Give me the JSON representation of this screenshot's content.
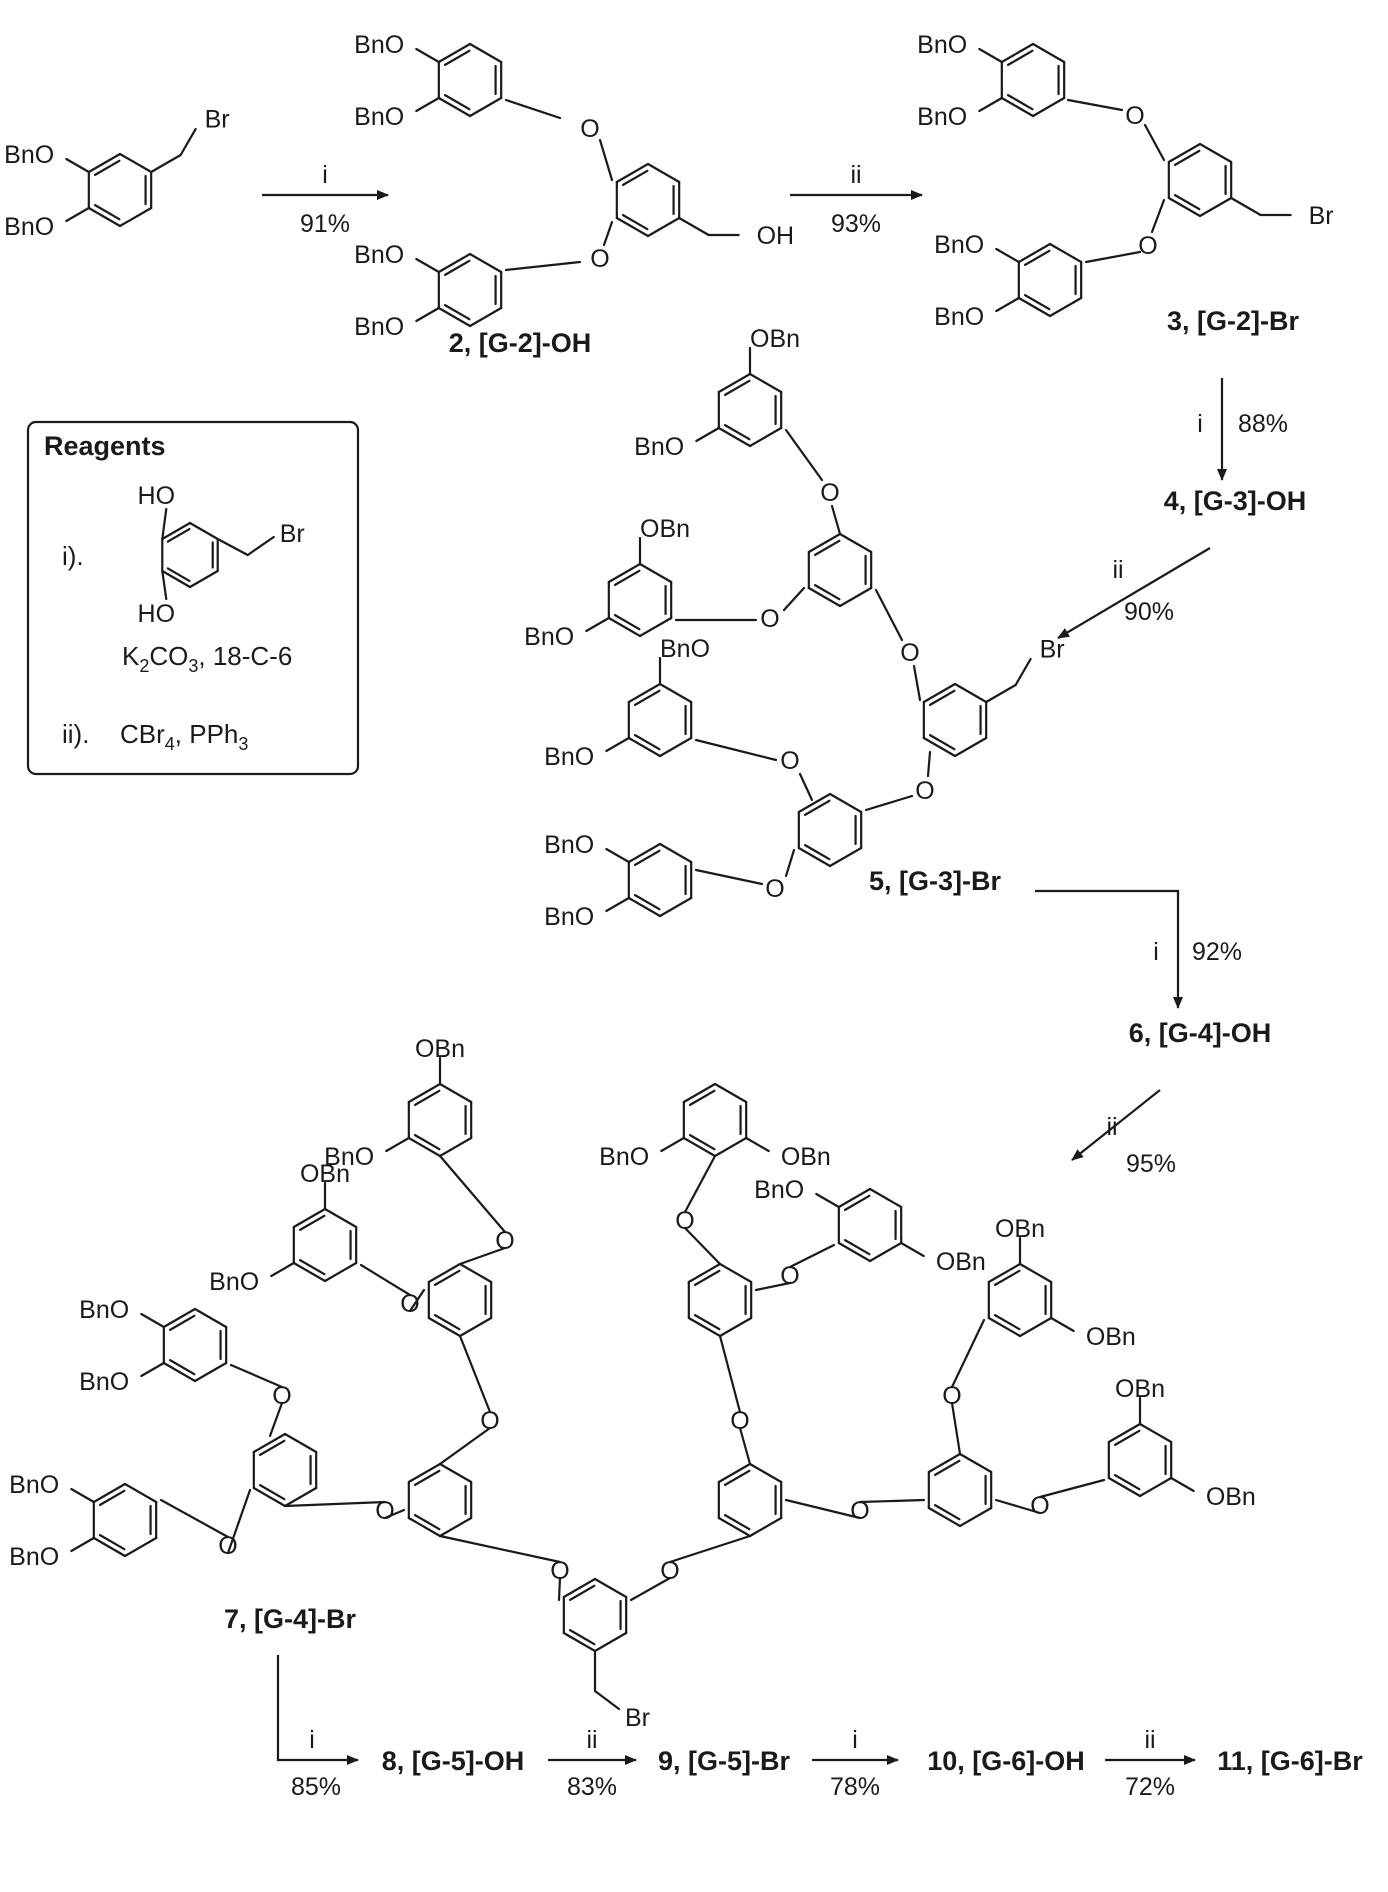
{
  "start_material": {
    "groups": [
      "BnO",
      "BnO",
      "Br"
    ]
  },
  "steps": [
    {
      "reagent": "i",
      "yield": "91%"
    },
    {
      "reagent": "ii",
      "yield": "93%"
    },
    {
      "reagent": "i",
      "yield": "88%"
    },
    {
      "reagent": "ii",
      "yield": "90%"
    },
    {
      "reagent": "i",
      "yield": "92%"
    },
    {
      "reagent": "ii",
      "yield": "95%"
    },
    {
      "reagent": "i",
      "yield": "85%"
    },
    {
      "reagent": "ii",
      "yield": "83%"
    },
    {
      "reagent": "i",
      "yield": "78%"
    },
    {
      "reagent": "ii",
      "yield": "72%"
    }
  ],
  "compounds": {
    "c2": "2, [G-2]-OH",
    "c3": "3, [G-2]-Br",
    "c4": "4, [G-3]-OH",
    "c5": "5, [G-3]-Br",
    "c6": "6, [G-4]-OH",
    "c7": "7, [G-4]-Br",
    "c8": "8, [G-5]-OH",
    "c9": "9, [G-5]-Br",
    "c10": "10, [G-6]-OH",
    "c11": "11, [G-6]-Br"
  },
  "labels": {
    "bno": "BnO",
    "obn": "OBn",
    "o": "O",
    "oh": "OH",
    "br": "Br"
  },
  "reagents": {
    "title": "Reagents",
    "i_label": "i).",
    "i_structure": {
      "ho_top": "HO",
      "ho_bottom": "HO",
      "br": "Br"
    },
    "i_conditions": "K2CO3, 18-C-6",
    "ii_label": "ii).",
    "ii_conditions": "CBr4, PPh3"
  }
}
